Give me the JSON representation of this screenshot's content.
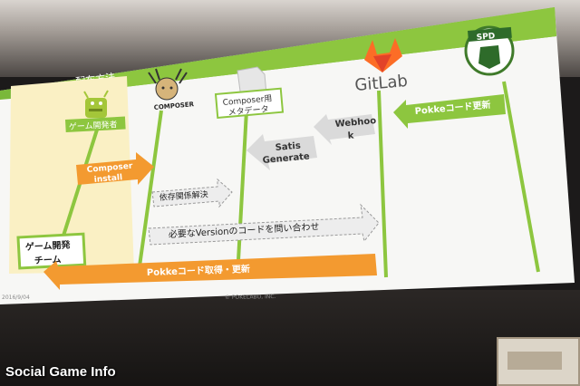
{
  "slide": {
    "title": "配布方法",
    "footer_left": "2016/9/04",
    "footer_center": "© POKELABO, INC.",
    "actors": {
      "game_dev": "ゲーム開発者",
      "composer_logo": "COMPOSER",
      "metadata": [
        "Composer用",
        "メタデータ"
      ],
      "gitlab": "GitLab",
      "spd": "SPD"
    },
    "arrows": {
      "pokke_update": "Pokkeコード更新",
      "webhook": [
        "Webhoo",
        "k"
      ],
      "satis": [
        "Satis",
        "Generate"
      ],
      "composer_install": [
        "Composer",
        "install"
      ],
      "dependency": "依存関係解決",
      "version_query": "必要なVersionのコードを問い合わせ",
      "pokke_fetch": "Pokkeコード取得・更新"
    },
    "team_label": [
      "ゲーム開発",
      "チーム"
    ],
    "colors": {
      "accent_green": "#8dc63f",
      "orange": "#f39a30",
      "gray_arrow": "#dadada",
      "gitlab_orange": "#e24329"
    }
  },
  "watermark": "Social Game Info"
}
